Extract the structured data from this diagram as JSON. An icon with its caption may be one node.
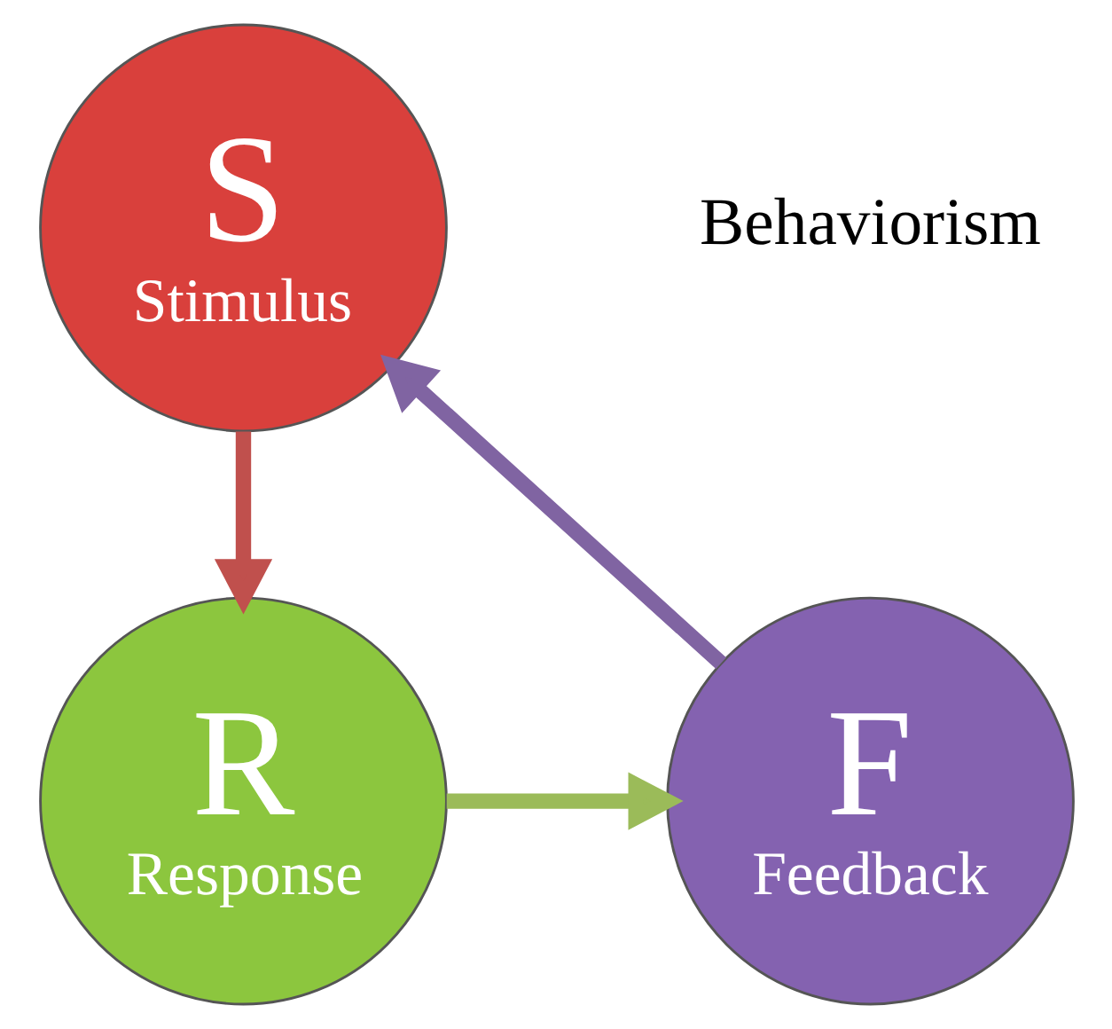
{
  "diagram": {
    "nodes": [
      {
        "text": [
          "S",
          "Stimulus"
        ]
      },
      {
        "text": [
          "R",
          "Response"
        ]
      },
      {
        "text": [
          "F",
          "Feedback"
        ]
      }
    ],
    "edges": [
      {
        "from": 0,
        "to": 1,
        "arrow": "to",
        "color": "#c0504d"
      },
      {
        "from": 1,
        "to": 2,
        "arrow": "to",
        "color": "#9bbb59"
      },
      {
        "from": 2,
        "to": 0,
        "arrow": "to",
        "color": "#8064a2"
      }
    ],
    "labels": [
      "Behaviorism"
    ]
  }
}
